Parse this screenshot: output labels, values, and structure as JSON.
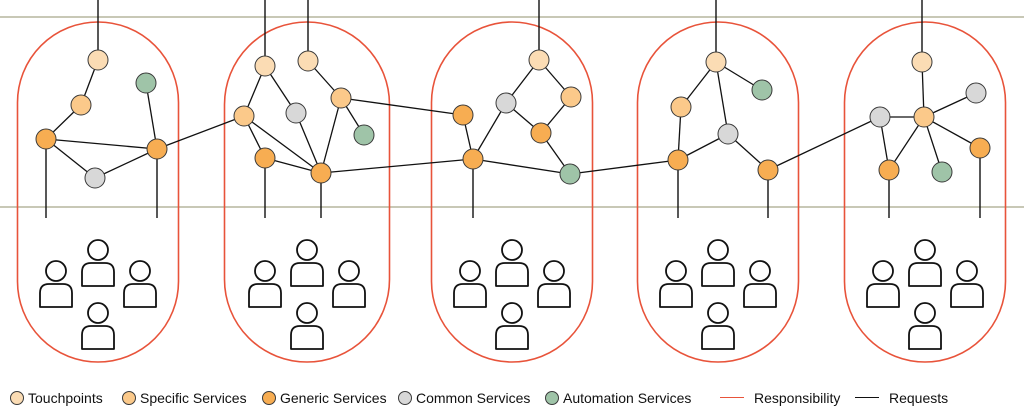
{
  "colors": {
    "touchpoint": "#fbdcb4",
    "specific": "#fbc98a",
    "generic": "#f7ad52",
    "common": "#d8d8d8",
    "automation": "#9fc4a8",
    "responsibility": "#e8533a",
    "requests": "#111111",
    "band_line": "#a7a88b"
  },
  "legend": [
    {
      "key": "touchpoint",
      "label": "Touchpoints",
      "kind": "dot"
    },
    {
      "key": "specific",
      "label": "Specific Services",
      "kind": "dot"
    },
    {
      "key": "generic",
      "label": "Generic Services",
      "kind": "dot"
    },
    {
      "key": "common",
      "label": "Common Services",
      "kind": "dot"
    },
    {
      "key": "automation",
      "label": "Automation Services",
      "kind": "dot"
    },
    {
      "key": "responsibility",
      "label": "Responsibility",
      "kind": "line"
    },
    {
      "key": "requests",
      "label": "Requests",
      "kind": "line"
    }
  ],
  "domains": [
    {
      "id": "domain-1",
      "team_size": 5
    },
    {
      "id": "domain-2",
      "team_size": 5
    },
    {
      "id": "domain-3",
      "team_size": 5
    },
    {
      "id": "domain-4",
      "team_size": 5
    },
    {
      "id": "domain-5",
      "team_size": 5
    }
  ],
  "services": [
    {
      "id": "d1-top",
      "type": "touchpoint"
    },
    {
      "id": "d1-spec",
      "type": "specific"
    },
    {
      "id": "d1-auto",
      "type": "automation"
    },
    {
      "id": "d1-gen-left",
      "type": "generic"
    },
    {
      "id": "d1-gen-right",
      "type": "generic"
    },
    {
      "id": "d1-common",
      "type": "common"
    },
    {
      "id": "d2-top-left",
      "type": "touchpoint"
    },
    {
      "id": "d2-top-right",
      "type": "touchpoint"
    },
    {
      "id": "d2-spec-left",
      "type": "specific"
    },
    {
      "id": "d2-common",
      "type": "common"
    },
    {
      "id": "d2-spec-right",
      "type": "specific"
    },
    {
      "id": "d2-auto",
      "type": "automation"
    },
    {
      "id": "d2-gen-left",
      "type": "generic"
    },
    {
      "id": "d2-gen-right",
      "type": "generic"
    },
    {
      "id": "d3-top",
      "type": "touchpoint"
    },
    {
      "id": "d3-common",
      "type": "common"
    },
    {
      "id": "d3-spec",
      "type": "specific"
    },
    {
      "id": "d3-gen-top",
      "type": "generic"
    },
    {
      "id": "d3-gen-right",
      "type": "generic"
    },
    {
      "id": "d3-gen-left",
      "type": "generic"
    },
    {
      "id": "d3-auto",
      "type": "automation"
    },
    {
      "id": "d4-top",
      "type": "touchpoint"
    },
    {
      "id": "d4-auto",
      "type": "automation"
    },
    {
      "id": "d4-spec",
      "type": "specific"
    },
    {
      "id": "d4-common",
      "type": "common"
    },
    {
      "id": "d4-gen-left",
      "type": "generic"
    },
    {
      "id": "d4-gen-right",
      "type": "generic"
    },
    {
      "id": "d5-top",
      "type": "touchpoint"
    },
    {
      "id": "d5-common-left",
      "type": "common"
    },
    {
      "id": "d5-spec",
      "type": "specific"
    },
    {
      "id": "d5-common-right",
      "type": "common"
    },
    {
      "id": "d5-gen-left",
      "type": "generic"
    },
    {
      "id": "d5-auto",
      "type": "automation"
    },
    {
      "id": "d5-gen-right",
      "type": "generic"
    }
  ],
  "connections": [
    [
      "d1-top",
      "d1-spec"
    ],
    [
      "d1-spec",
      "d1-gen-left"
    ],
    [
      "d1-gen-left",
      "d1-gen-right"
    ],
    [
      "d1-gen-left",
      "d1-common"
    ],
    [
      "d1-common",
      "d1-gen-right"
    ],
    [
      "d1-gen-right",
      "d1-auto"
    ],
    [
      "d1-gen-right",
      "d2-spec-left"
    ],
    [
      "d2-top-left",
      "d2-spec-left"
    ],
    [
      "d2-top-left",
      "d2-common"
    ],
    [
      "d2-top-right",
      "d2-spec-right"
    ],
    [
      "d2-spec-left",
      "d2-gen-left"
    ],
    [
      "d2-spec-left",
      "d2-gen-right"
    ],
    [
      "d2-common",
      "d2-gen-right"
    ],
    [
      "d2-spec-right",
      "d2-gen-right"
    ],
    [
      "d2-spec-right",
      "d2-auto"
    ],
    [
      "d2-gen-left",
      "d2-gen-right"
    ],
    [
      "d2-spec-right",
      "d3-gen-top"
    ],
    [
      "d2-gen-right",
      "d3-gen-left"
    ],
    [
      "d3-top",
      "d3-common"
    ],
    [
      "d3-top",
      "d3-spec"
    ],
    [
      "d3-spec",
      "d3-gen-right"
    ],
    [
      "d3-common",
      "d3-gen-right"
    ],
    [
      "d3-common",
      "d3-gen-left"
    ],
    [
      "d3-gen-top",
      "d3-gen-left"
    ],
    [
      "d3-gen-left",
      "d3-auto"
    ],
    [
      "d3-gen-right",
      "d3-auto"
    ],
    [
      "d3-auto",
      "d4-gen-left"
    ],
    [
      "d4-top",
      "d4-spec"
    ],
    [
      "d4-top",
      "d4-auto"
    ],
    [
      "d4-top",
      "d4-common"
    ],
    [
      "d4-spec",
      "d4-gen-left"
    ],
    [
      "d4-gen-left",
      "d4-common"
    ],
    [
      "d4-common",
      "d4-gen-right"
    ],
    [
      "d4-gen-right",
      "d5-common-left"
    ],
    [
      "d5-top",
      "d5-spec"
    ],
    [
      "d5-common-left",
      "d5-spec"
    ],
    [
      "d5-spec",
      "d5-common-right"
    ],
    [
      "d5-spec",
      "d5-gen-left"
    ],
    [
      "d5-spec",
      "d5-auto"
    ],
    [
      "d5-spec",
      "d5-gen-right"
    ],
    [
      "d5-common-left",
      "d5-gen-left"
    ]
  ],
  "requests_in": [
    "d1-top",
    "d2-top-left",
    "d2-top-right",
    "d3-top",
    "d4-top",
    "d5-top"
  ],
  "requests_out": [
    "d1-gen-left",
    "d1-gen-right",
    "d2-gen-left",
    "d2-gen-right",
    "d3-gen-left",
    "d4-gen-left",
    "d4-gen-right",
    "d5-gen-left",
    "d5-gen-right"
  ]
}
